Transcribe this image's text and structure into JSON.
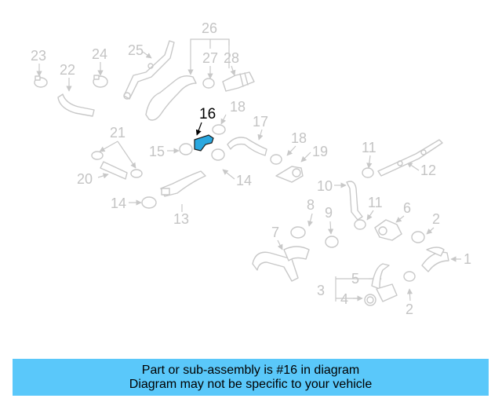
{
  "diagram": {
    "highlight": "16",
    "highlight_color": "#2aa8e0",
    "labels": [
      "1",
      "2",
      "2",
      "3",
      "4",
      "5",
      "6",
      "7",
      "8",
      "9",
      "10",
      "11",
      "11",
      "12",
      "13",
      "14",
      "14",
      "15",
      "16",
      "17",
      "18",
      "18",
      "19",
      "20",
      "21",
      "22",
      "23",
      "24",
      "25",
      "26",
      "27",
      "28"
    ]
  },
  "caption": {
    "line1": "Part or sub-assembly is #16 in diagram",
    "line2": "Diagram may not be specific to your vehicle",
    "background": "#5ac8fa"
  }
}
